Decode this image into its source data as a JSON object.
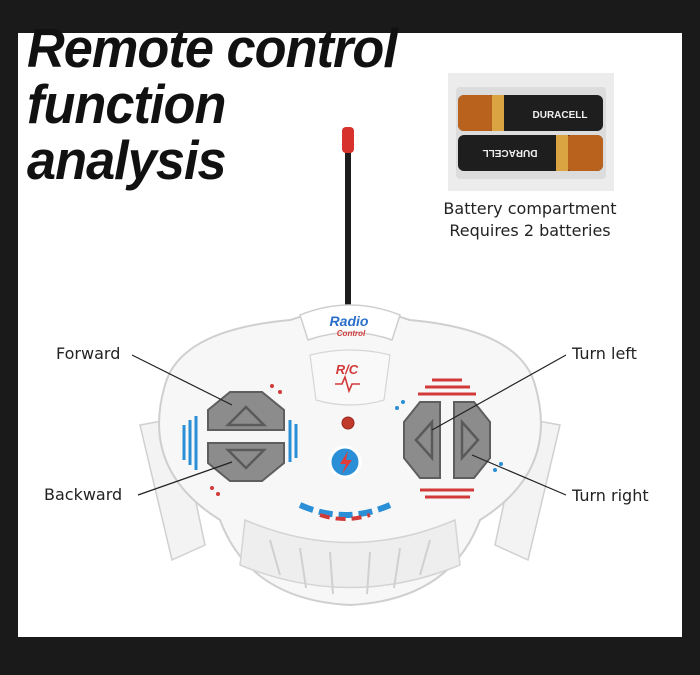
{
  "headline": {
    "line1": "Remote control",
    "line2": "function",
    "line3": "analysis"
  },
  "battery": {
    "brand_top": "DURACELL",
    "brand_bottom": "DURACELL",
    "caption_line1": "Battery compartment",
    "caption_line2": "Requires 2 batteries"
  },
  "remote": {
    "logo_line1": "Radio",
    "logo_line2": "Control",
    "rc_label": "R/C"
  },
  "callouts": {
    "forward": "Forward",
    "backward": "Backward",
    "turn_left": "Turn left",
    "turn_right": "Turn right"
  },
  "colors": {
    "background": "#1a1a1a",
    "panel": "#ffffff",
    "accent_red": "#d23a3a",
    "accent_blue": "#2a8fd6",
    "button_gray": "#8c8c8c"
  }
}
